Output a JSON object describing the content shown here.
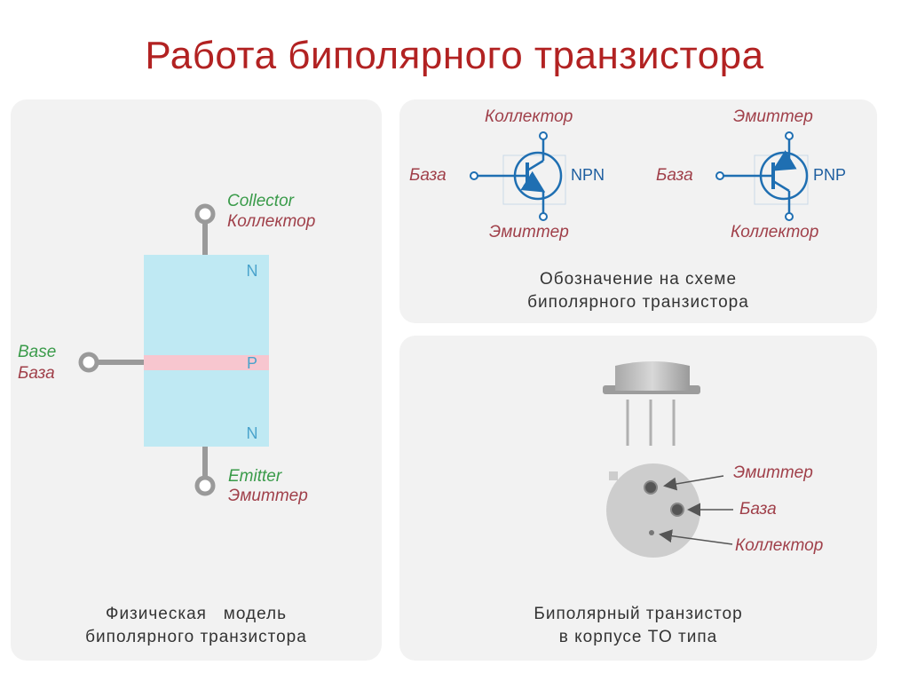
{
  "title": "Работа биполярного транзистора",
  "physical": {
    "collector_en": "Collector",
    "collector_ru": "Коллектор",
    "base_en": "Base",
    "base_ru": "База",
    "emitter_en": "Emitter",
    "emitter_ru": "Эмиттер",
    "layer_top": "N",
    "layer_mid": "P",
    "layer_bot": "N",
    "caption_line1": "Физическая   модель",
    "caption_line2": "биполярного транзистора"
  },
  "symbols": {
    "npn": {
      "top": "Коллектор",
      "base": "База",
      "bottom": "Эмиттер",
      "type": "NPN"
    },
    "pnp": {
      "top": "Эмиттер",
      "base": "База",
      "bottom": "Коллектор",
      "type": "PNP"
    },
    "caption_line1": "Обозначение на схеме",
    "caption_line2": "биполярного транзистора"
  },
  "package": {
    "emitter": "Эмиттер",
    "base": "База",
    "collector": "Коллектор",
    "caption_line1": "Биполярный транзистор",
    "caption_line2": "в корпусе TO типа"
  },
  "colors": {
    "title": "#b22222",
    "label_green": "#3a9b4a",
    "label_red": "#a0404a",
    "symbol_blue": "#1f6fb2",
    "n_layer": "#bfe9f3",
    "p_layer": "#f7c6cf"
  }
}
